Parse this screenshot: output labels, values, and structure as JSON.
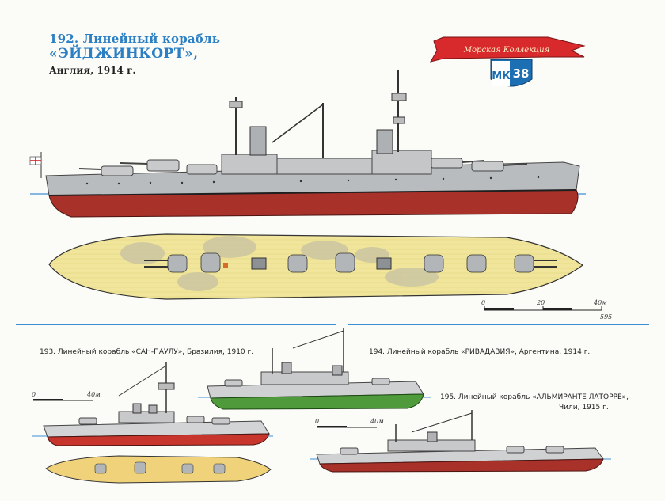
{
  "header": {
    "number": "192. Линейный корабль",
    "name": "«ЭЙДЖИНКОРТ»,",
    "country": "Англия, 1914 г."
  },
  "logo": {
    "ribbon_text": "Морская Коллекция",
    "letters": "МК",
    "issue": "38",
    "colors": {
      "ribbon": "#d8292d",
      "shield": "#1c6fb3"
    }
  },
  "main_scale": {
    "labels": [
      "0",
      "20",
      "40м"
    ],
    "code": "595"
  },
  "captions": {
    "ship193": "193. Линейный корабль «САН-ПАУЛУ», Бразилия, 1910 г.",
    "ship194": "194. Линейный корабль «РИВАДАВИЯ», Аргентина, 1914 г.",
    "ship195_a": "195. Линейный корабль «АЛЬМИРАНТЕ ЛАТОРРЕ»,",
    "ship195_b": "Чили, 1915 г."
  },
  "small_scale_left": {
    "labels": [
      "0",
      "40м"
    ]
  },
  "small_scale_right": {
    "labels": [
      "0",
      "40м"
    ]
  },
  "colors": {
    "hull_grey": "#b9bcbf",
    "hull_red": "#a8312a",
    "hull_green": "#4f9a3a",
    "deck_yellow": "#f0e59a",
    "waterline_blue": "#3c8fd6"
  }
}
